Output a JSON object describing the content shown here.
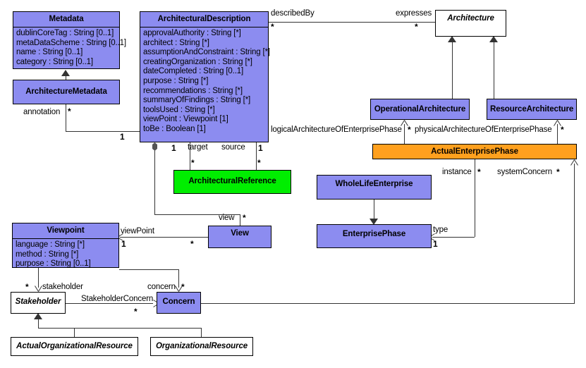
{
  "diagram": {
    "title": "Enterprise Architecture UML class diagram",
    "colors": {
      "class_fill": "#8c8cf0",
      "highlight_fill": "#00ee00",
      "phase_fill": "#ffa01e",
      "abstract_fill": "#ffffff",
      "line": "#333333"
    }
  },
  "classes": {
    "metadata": {
      "name": "Metadata",
      "attributes": [
        "dublinCoreTag : String [0..1]",
        "metaDataScheme : String [0..1]",
        "name : String [0..1]",
        "category : String [0..1]"
      ]
    },
    "architecture_metadata": {
      "name": "ArchitectureMetadata",
      "attributes": []
    },
    "architectural_description": {
      "name": "ArchitecturalDescription",
      "attributes": [
        "approvalAuthority : String [*]",
        "architect : String [*]",
        "assumptionAndConstraint : String [*]",
        "creatingOrganization : String [*]",
        "dateCompleted : String [0..1]",
        "purpose : String [*]",
        "recommendations : String [*]",
        "summaryOfFindings : String [*]",
        "toolsUsed : String [*]",
        "viewPoint : Viewpoint [1]",
        "toBe : Boolean [1]"
      ]
    },
    "architecture": {
      "name": "Architecture",
      "attributes": [],
      "abstract": true
    },
    "operational_architecture": {
      "name": "OperationalArchitecture",
      "attributes": []
    },
    "resource_architecture": {
      "name": "ResourceArchitecture",
      "attributes": []
    },
    "actual_enterprise_phase": {
      "name": "ActualEnterprisePhase",
      "attributes": []
    },
    "architectural_reference": {
      "name": "ArchitecturalReference",
      "attributes": []
    },
    "whole_life_enterprise": {
      "name": "WholeLifeEnterprise",
      "attributes": []
    },
    "enterprise_phase": {
      "name": "EnterprisePhase",
      "attributes": []
    },
    "view": {
      "name": "View",
      "attributes": []
    },
    "viewpoint": {
      "name": "Viewpoint",
      "attributes": [
        "language : String [*]",
        "method : String [*]",
        "purpose : String [0..1]"
      ]
    },
    "stakeholder": {
      "name": "Stakeholder",
      "attributes": [],
      "abstract": true
    },
    "concern": {
      "name": "Concern",
      "attributes": []
    },
    "actual_organizational_resource": {
      "name": "ActualOrganizationalResource",
      "attributes": [],
      "abstract": true
    },
    "organizational_resource": {
      "name": "OrganizationalResource",
      "attributes": [],
      "abstract": true
    }
  },
  "association_labels": {
    "described_by": "describedBy",
    "expresses": "expresses",
    "annotation": "annotation",
    "target": "target",
    "source": "source",
    "logical_architecture": "logicalArchitectureOfEnterprisePhase",
    "physical_architecture": "physicalArchitectureOfEnterprisePhase",
    "instance": "instance",
    "system_concern": "systemConcern",
    "type": "type",
    "view": "view",
    "view_point": "viewPoint",
    "stakeholder": "stakeholder",
    "concern": "concern",
    "stakeholder_concern": "StakeholderConcern"
  },
  "multiplicities": {
    "described_by_star": "*",
    "expresses_star": "*",
    "annotation_star": "*",
    "annotation_one": "1",
    "target_one": "1",
    "target_star": "*",
    "source_one": "1",
    "source_star": "*",
    "logical_star": "*",
    "physical_star": "*",
    "instance_star": "*",
    "system_concern_star": "*",
    "type_one": "1",
    "view_star": "*",
    "view_point_one": "1",
    "view_point_star": "*",
    "stakeholder_star": "*",
    "concern_star": "*",
    "stakeholder_concern_star": "*"
  }
}
